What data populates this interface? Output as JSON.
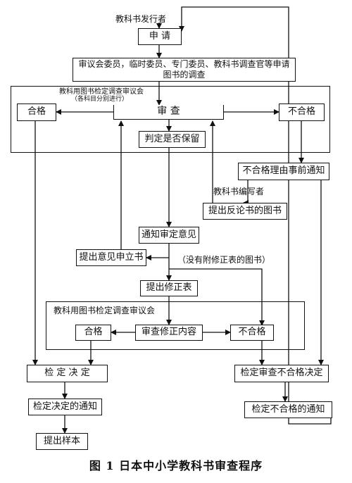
{
  "caption": "图 1   日本中小学教科书审查程序",
  "labels": {
    "publisher": "教科书发行者",
    "review_council": "教科用图书检定调查审议会",
    "review_council_note": "（各科目分别进行）",
    "author": "教科书编写者",
    "no_correction": "（没有附修正表的图书）",
    "second_council": "教科用图书检定调查审议会"
  },
  "boxes": {
    "apply": "申    请",
    "investigation": "审议会委员，临时委员、专门委员、教科书调查官等申请图书的调查",
    "pass1": "合格",
    "review": "审    查",
    "fail1": "不合格",
    "judge_reserve": "判定是否保留",
    "prior_notice": "不合格理由事前通知",
    "rebuttal": "提出反论书的图书",
    "notify_opinion": "通知审定意见",
    "opinion_request": "提出意见申立书",
    "submit_correction": "提出修正表",
    "pass2": "合格",
    "review_correction": "审查修正内容",
    "fail2": "不合格",
    "approval": "检  定  决  定",
    "approval_notice": "检定决定的通知",
    "submit_sample": "提出样本",
    "rejection": "检定审查不合格决定",
    "rejection_notice": "检定不合格的通知"
  }
}
